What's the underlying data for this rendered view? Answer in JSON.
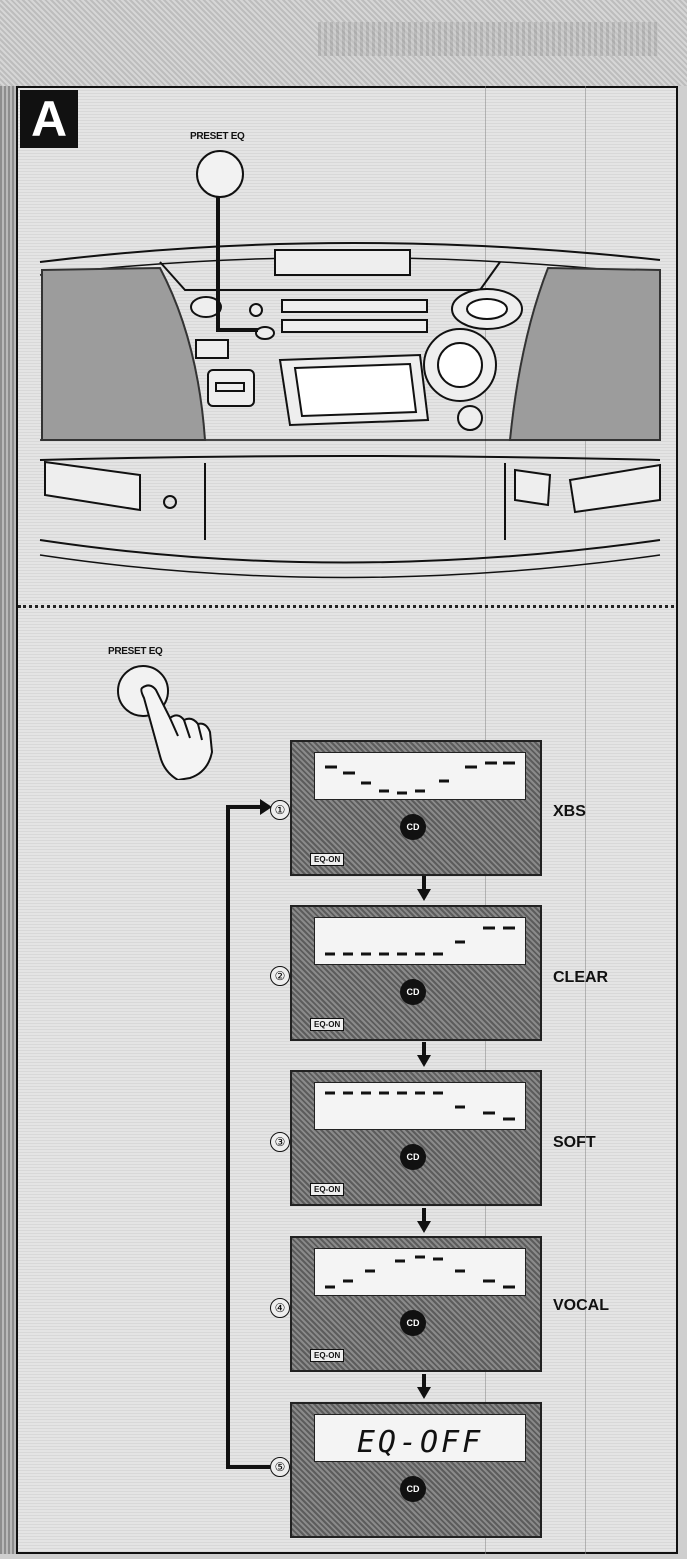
{
  "figure": {
    "badge": "A"
  },
  "buttons": {
    "preset_eq_top": "PRESET EQ",
    "preset_eq_hand": "PRESET EQ"
  },
  "displays": [
    {
      "step": "①",
      "mode": "XBS",
      "indicator": "EQ-ON",
      "disc": "CD"
    },
    {
      "step": "②",
      "mode": "CLEAR",
      "indicator": "EQ-ON",
      "disc": "CD"
    },
    {
      "step": "③",
      "mode": "SOFT",
      "indicator": "EQ-ON",
      "disc": "CD"
    },
    {
      "step": "④",
      "mode": "VOCAL",
      "indicator": "EQ-ON",
      "disc": "CD"
    },
    {
      "step": "⑤",
      "readout": "EQ-OFF",
      "disc": "CD"
    }
  ]
}
